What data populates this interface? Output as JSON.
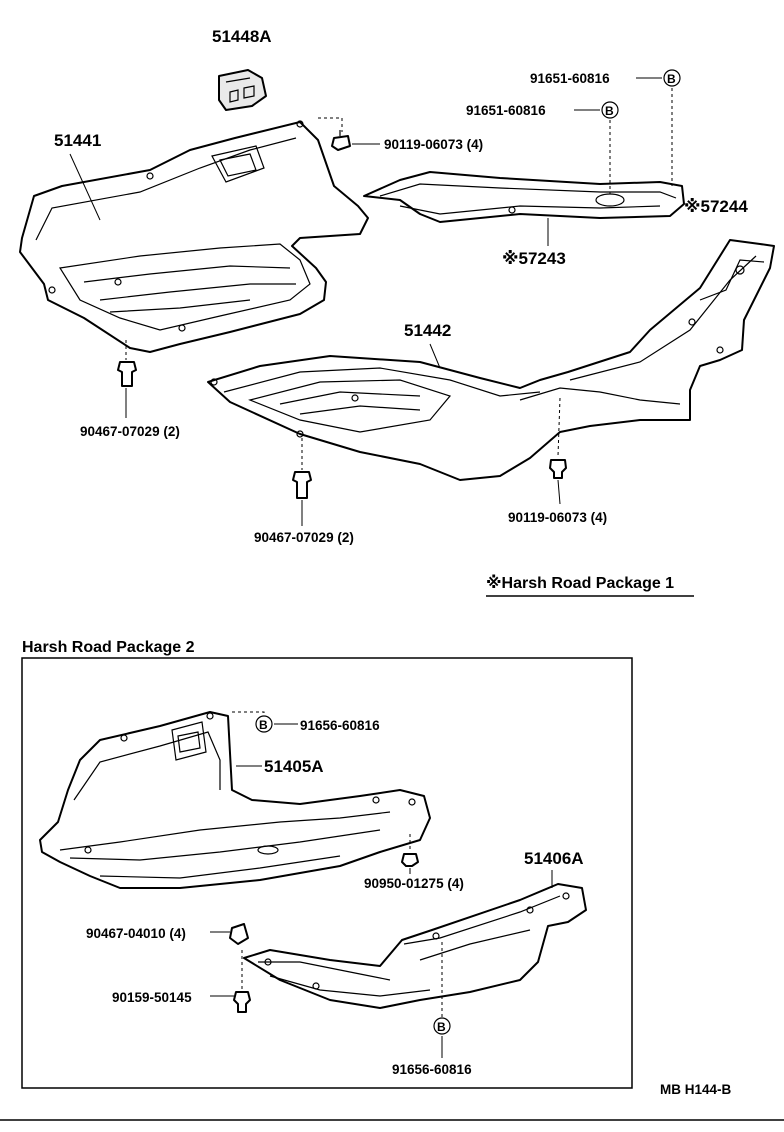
{
  "labels": {
    "p51448a": "51448A",
    "p51441": "51441",
    "p91651_top": "91651-60816",
    "p91651_mid": "91651-60816",
    "p90119_top": "90119-06073 (4)",
    "p57244": "※57244",
    "p57243": "※57243",
    "p51442": "51442",
    "p90467_left": "90467-07029 (2)",
    "p90467_mid": "90467-07029 (2)",
    "p90119_bottom": "90119-06073 (4)",
    "harsh1": "※Harsh Road Package 1",
    "harsh2_title": "Harsh Road Package 2",
    "p91656_top": "91656-60816",
    "p51405a": "51405A",
    "p90950": "90950-01275 (4)",
    "p51406a": "51406A",
    "p90467_04010": "90467-04010 (4)",
    "p90159": "90159-50145",
    "p91656_bottom": "91656-60816",
    "footer": "MB  H144-B"
  },
  "symbols": {
    "b_marker": "B"
  }
}
